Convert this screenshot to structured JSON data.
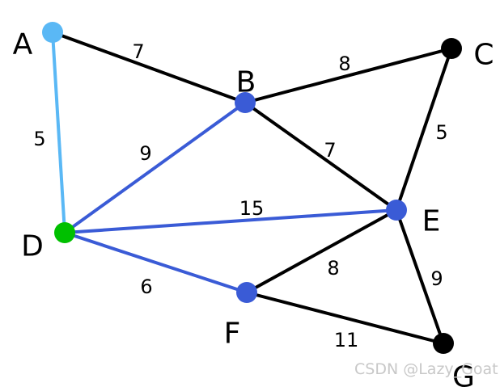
{
  "colors": {
    "default_edge": "#000000",
    "tree_edge": "#3a5bd6",
    "highlight_edge": "#5ab8f5",
    "node_start": "#00c000",
    "node_visited": "#3a5bd6",
    "node_highlight": "#5ab8f5",
    "node_unvisited": "#000000"
  },
  "nodes": [
    {
      "id": "A",
      "label": "A",
      "state": "highlight"
    },
    {
      "id": "B",
      "label": "B",
      "state": "visited"
    },
    {
      "id": "C",
      "label": "C",
      "state": "unvisited"
    },
    {
      "id": "D",
      "label": "D",
      "state": "start"
    },
    {
      "id": "E",
      "label": "E",
      "state": "visited"
    },
    {
      "id": "F",
      "label": "F",
      "state": "visited"
    },
    {
      "id": "G",
      "label": "G",
      "state": "unvisited"
    }
  ],
  "edges": [
    {
      "id": "A-B",
      "from": "A",
      "to": "B",
      "weight": "7",
      "state": "default"
    },
    {
      "id": "A-D",
      "from": "A",
      "to": "D",
      "weight": "5",
      "state": "highlight"
    },
    {
      "id": "B-C",
      "from": "B",
      "to": "C",
      "weight": "8",
      "state": "default"
    },
    {
      "id": "B-D",
      "from": "B",
      "to": "D",
      "weight": "9",
      "state": "tree"
    },
    {
      "id": "B-E",
      "from": "B",
      "to": "E",
      "weight": "7",
      "state": "default"
    },
    {
      "id": "C-E",
      "from": "C",
      "to": "E",
      "weight": "5",
      "state": "default"
    },
    {
      "id": "D-E",
      "from": "D",
      "to": "E",
      "weight": "15",
      "state": "tree"
    },
    {
      "id": "D-F",
      "from": "D",
      "to": "F",
      "weight": "6",
      "state": "tree"
    },
    {
      "id": "E-F",
      "from": "E",
      "to": "F",
      "weight": "8",
      "state": "default"
    },
    {
      "id": "E-G",
      "from": "E",
      "to": "G",
      "weight": "9",
      "state": "default"
    },
    {
      "id": "F-G",
      "from": "F",
      "to": "G",
      "weight": "11",
      "state": "default"
    }
  ],
  "watermark": "CSDN @Lazy_Goat"
}
